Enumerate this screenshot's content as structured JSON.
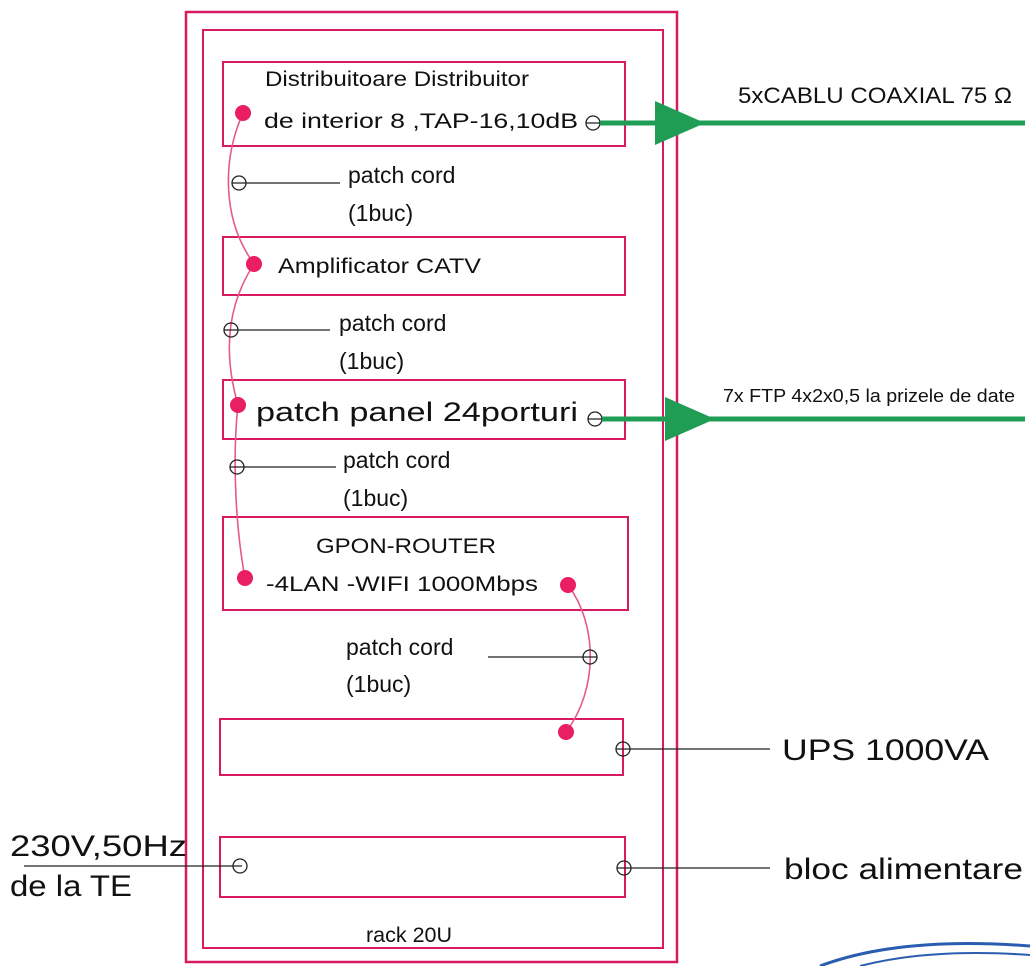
{
  "colors": {
    "frame": "#d81b60",
    "connector": "#e91e63",
    "wire": "#e55a8a",
    "arrow": "#1f9d55",
    "stamp": "#2a5db0",
    "text": "#111111",
    "line": "#222222"
  },
  "modules": {
    "distributor": {
      "line1": "Distribuitoare Distribuitor",
      "line2": "de interior 8 ,TAP-16,10dB"
    },
    "amplifier": {
      "label": "Amplificator  CATV"
    },
    "patch_panel": {
      "label": "patch panel 24porturi"
    },
    "router": {
      "line1": "GPON-ROUTER",
      "line2": "-4LAN   -WIFI 1000Mbps"
    }
  },
  "patch_cords": [
    {
      "label": "patch cord",
      "qty": "(1buc)"
    },
    {
      "label": "patch cord",
      "qty": "(1buc)"
    },
    {
      "label": "patch cord",
      "qty": "(1buc)"
    },
    {
      "label": "patch cord",
      "qty": "(1buc)"
    }
  ],
  "outputs": {
    "coax": "5xCABLU COAXIAL 75 Ω",
    "ftp": "7x FTP 4x2x0,5 la prizele de date",
    "ups": "UPS 1000VA",
    "power_block": "bloc alimentare"
  },
  "input": {
    "line1": "230V,50Hz",
    "line2": "de la TE"
  },
  "rack_label": "rack 20U"
}
